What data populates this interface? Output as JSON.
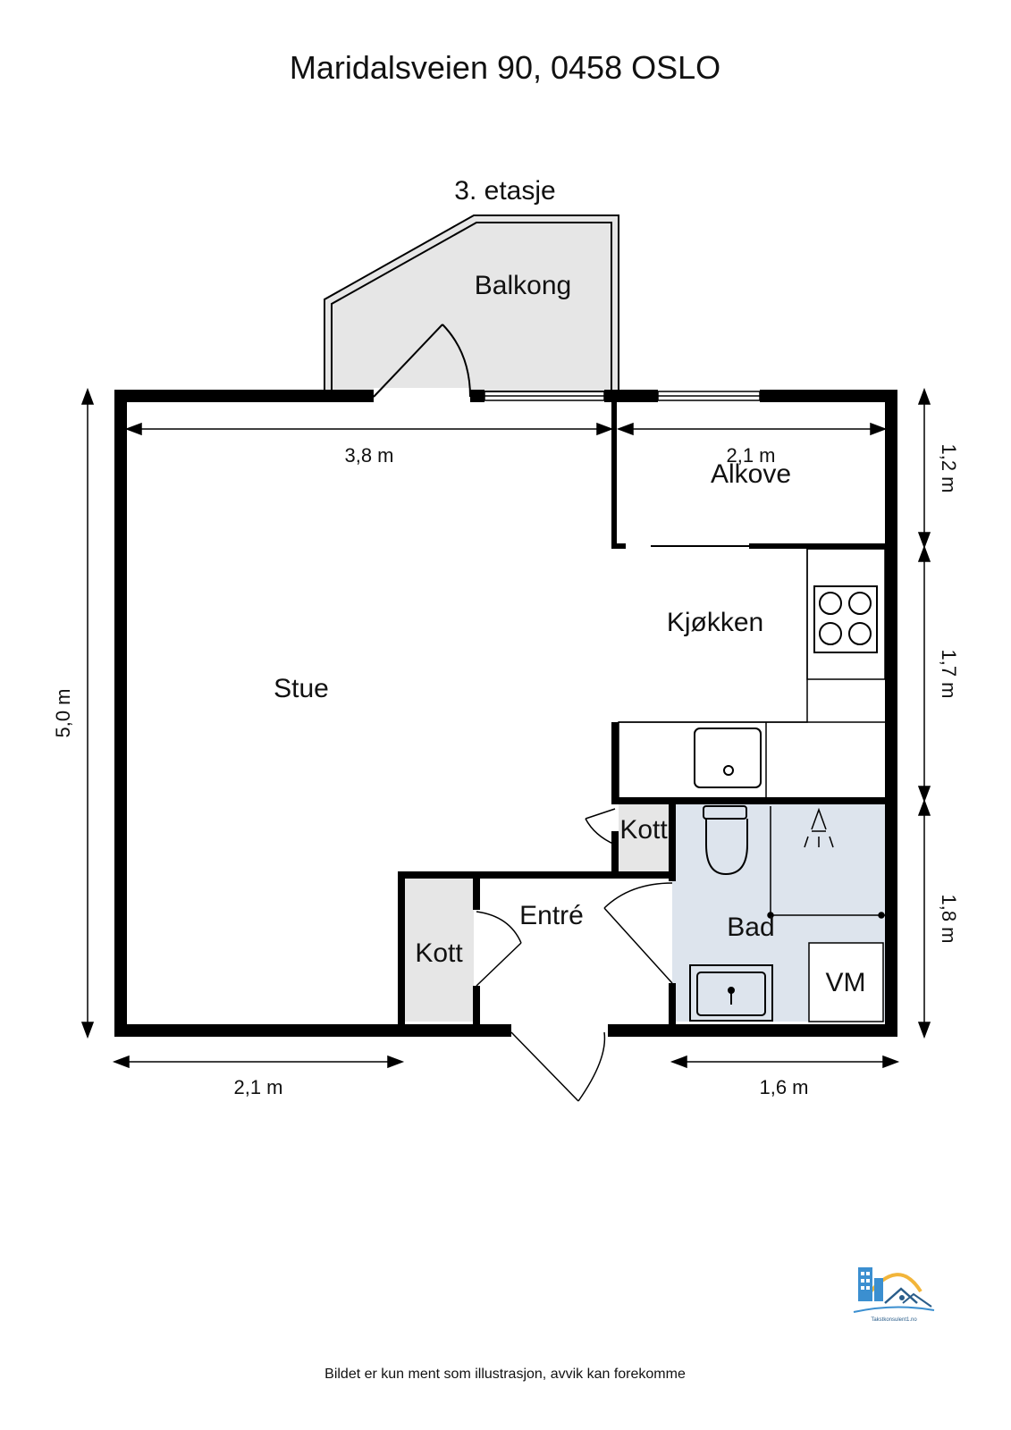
{
  "title": "Maridalsveien 90, 0458 OSLO",
  "floor": "3. etasje",
  "rooms": {
    "balkong": "Balkong",
    "stue": "Stue",
    "alkove": "Alkove",
    "kjokken": "Kjøkken",
    "kott_1": "Kott",
    "kott_2": "Kott",
    "entre": "Entré",
    "bad": "Bad",
    "vm": "VM"
  },
  "dimensions": {
    "top_left": "3,8 m",
    "top_right": "2,1 m",
    "left": "5,0 m",
    "right_top": "1,2 m",
    "right_middle": "1,7 m",
    "right_bottom": "1,8 m",
    "bottom_left": "2,1 m",
    "bottom_right": "1,6 m"
  },
  "logo": {
    "text": "Takstkonsulent1.no",
    "colors": {
      "building": "#3b8fd0",
      "sun": "#f2b53a"
    }
  },
  "footer": "Bildet er kun ment som illustrasjon, avvik kan forekomme",
  "colors": {
    "wall": "#000000",
    "balcony_fill": "#e6e6e6",
    "bath_fill": "#dde4ed",
    "closet_fill": "#e6e6e6"
  }
}
